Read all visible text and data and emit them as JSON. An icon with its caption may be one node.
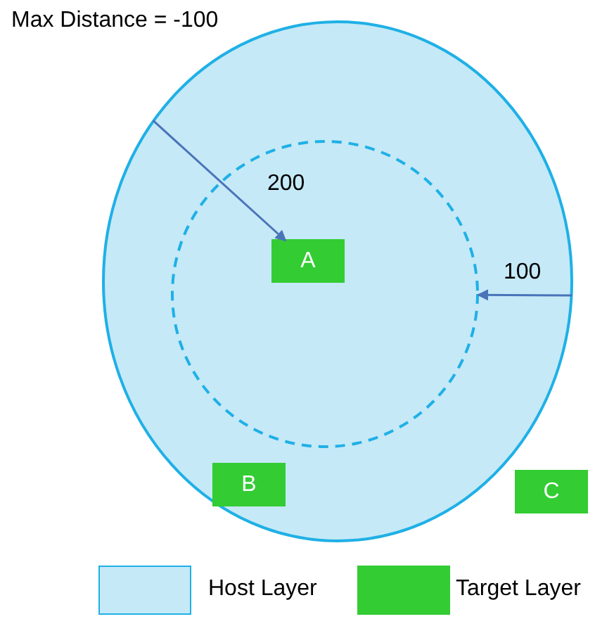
{
  "diagram": {
    "title": "Max Distance = -100",
    "nodes": [
      {
        "text": [],
        "shape": "circle"
      },
      {
        "text": [],
        "shape": "circle",
        "in": 0
      },
      {
        "text": [
          "A"
        ],
        "in": 1
      },
      {
        "text": [
          "B"
        ],
        "in": 0
      },
      {
        "text": [
          "C"
        ]
      }
    ],
    "edges": [
      {
        "from": 0,
        "to": 2,
        "arrow": "to",
        "label": "200"
      },
      {
        "from": 0,
        "to": 1,
        "arrow": "to",
        "label": "100"
      }
    ],
    "legend": [
      {
        "text": "Host Layer",
        "color": "#c5e9f7"
      },
      {
        "text": "Target Layer",
        "color": "#33cc33"
      }
    ]
  }
}
